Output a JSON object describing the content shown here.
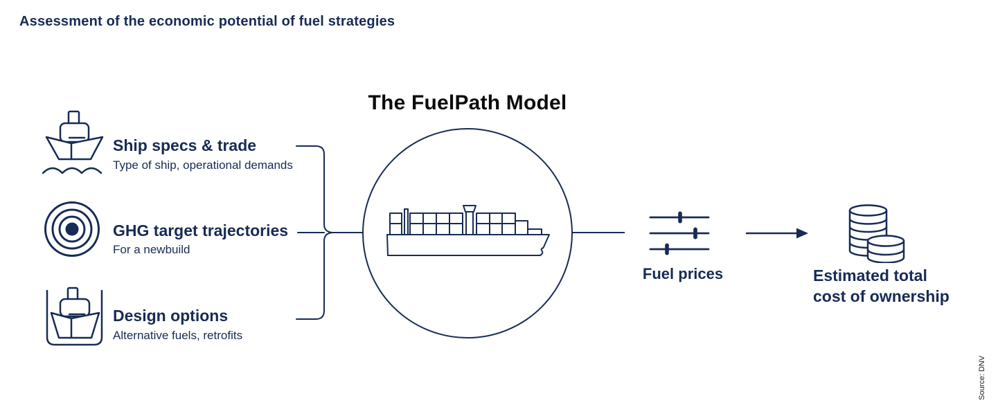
{
  "header": {
    "title": "Assessment of the economic potential of fuel strategies"
  },
  "model": {
    "title": "The FuelPath Model",
    "icon": "container-ship-icon"
  },
  "inputs": [
    {
      "icon": "ship-bow-icon",
      "label": "Ship specs & trade",
      "description": "Type of ship, operational demands"
    },
    {
      "icon": "ghg-target-icon",
      "label": "GHG target trajectories",
      "description": "For a newbuild"
    },
    {
      "icon": "ship-drydock-icon",
      "label": "Design options",
      "description": "Alternative fuels, retrofits"
    }
  ],
  "parameters": {
    "icon": "sliders-icon",
    "label": "Fuel prices"
  },
  "output": {
    "icon": "coins-icon",
    "label_line1": "Estimated total",
    "label_line2": "cost of ownership"
  },
  "footer": {
    "source": "Source: DNV"
  },
  "colors": {
    "navy": "#172B54",
    "title_black": "#0b0b0b",
    "background": "#ffffff"
  }
}
